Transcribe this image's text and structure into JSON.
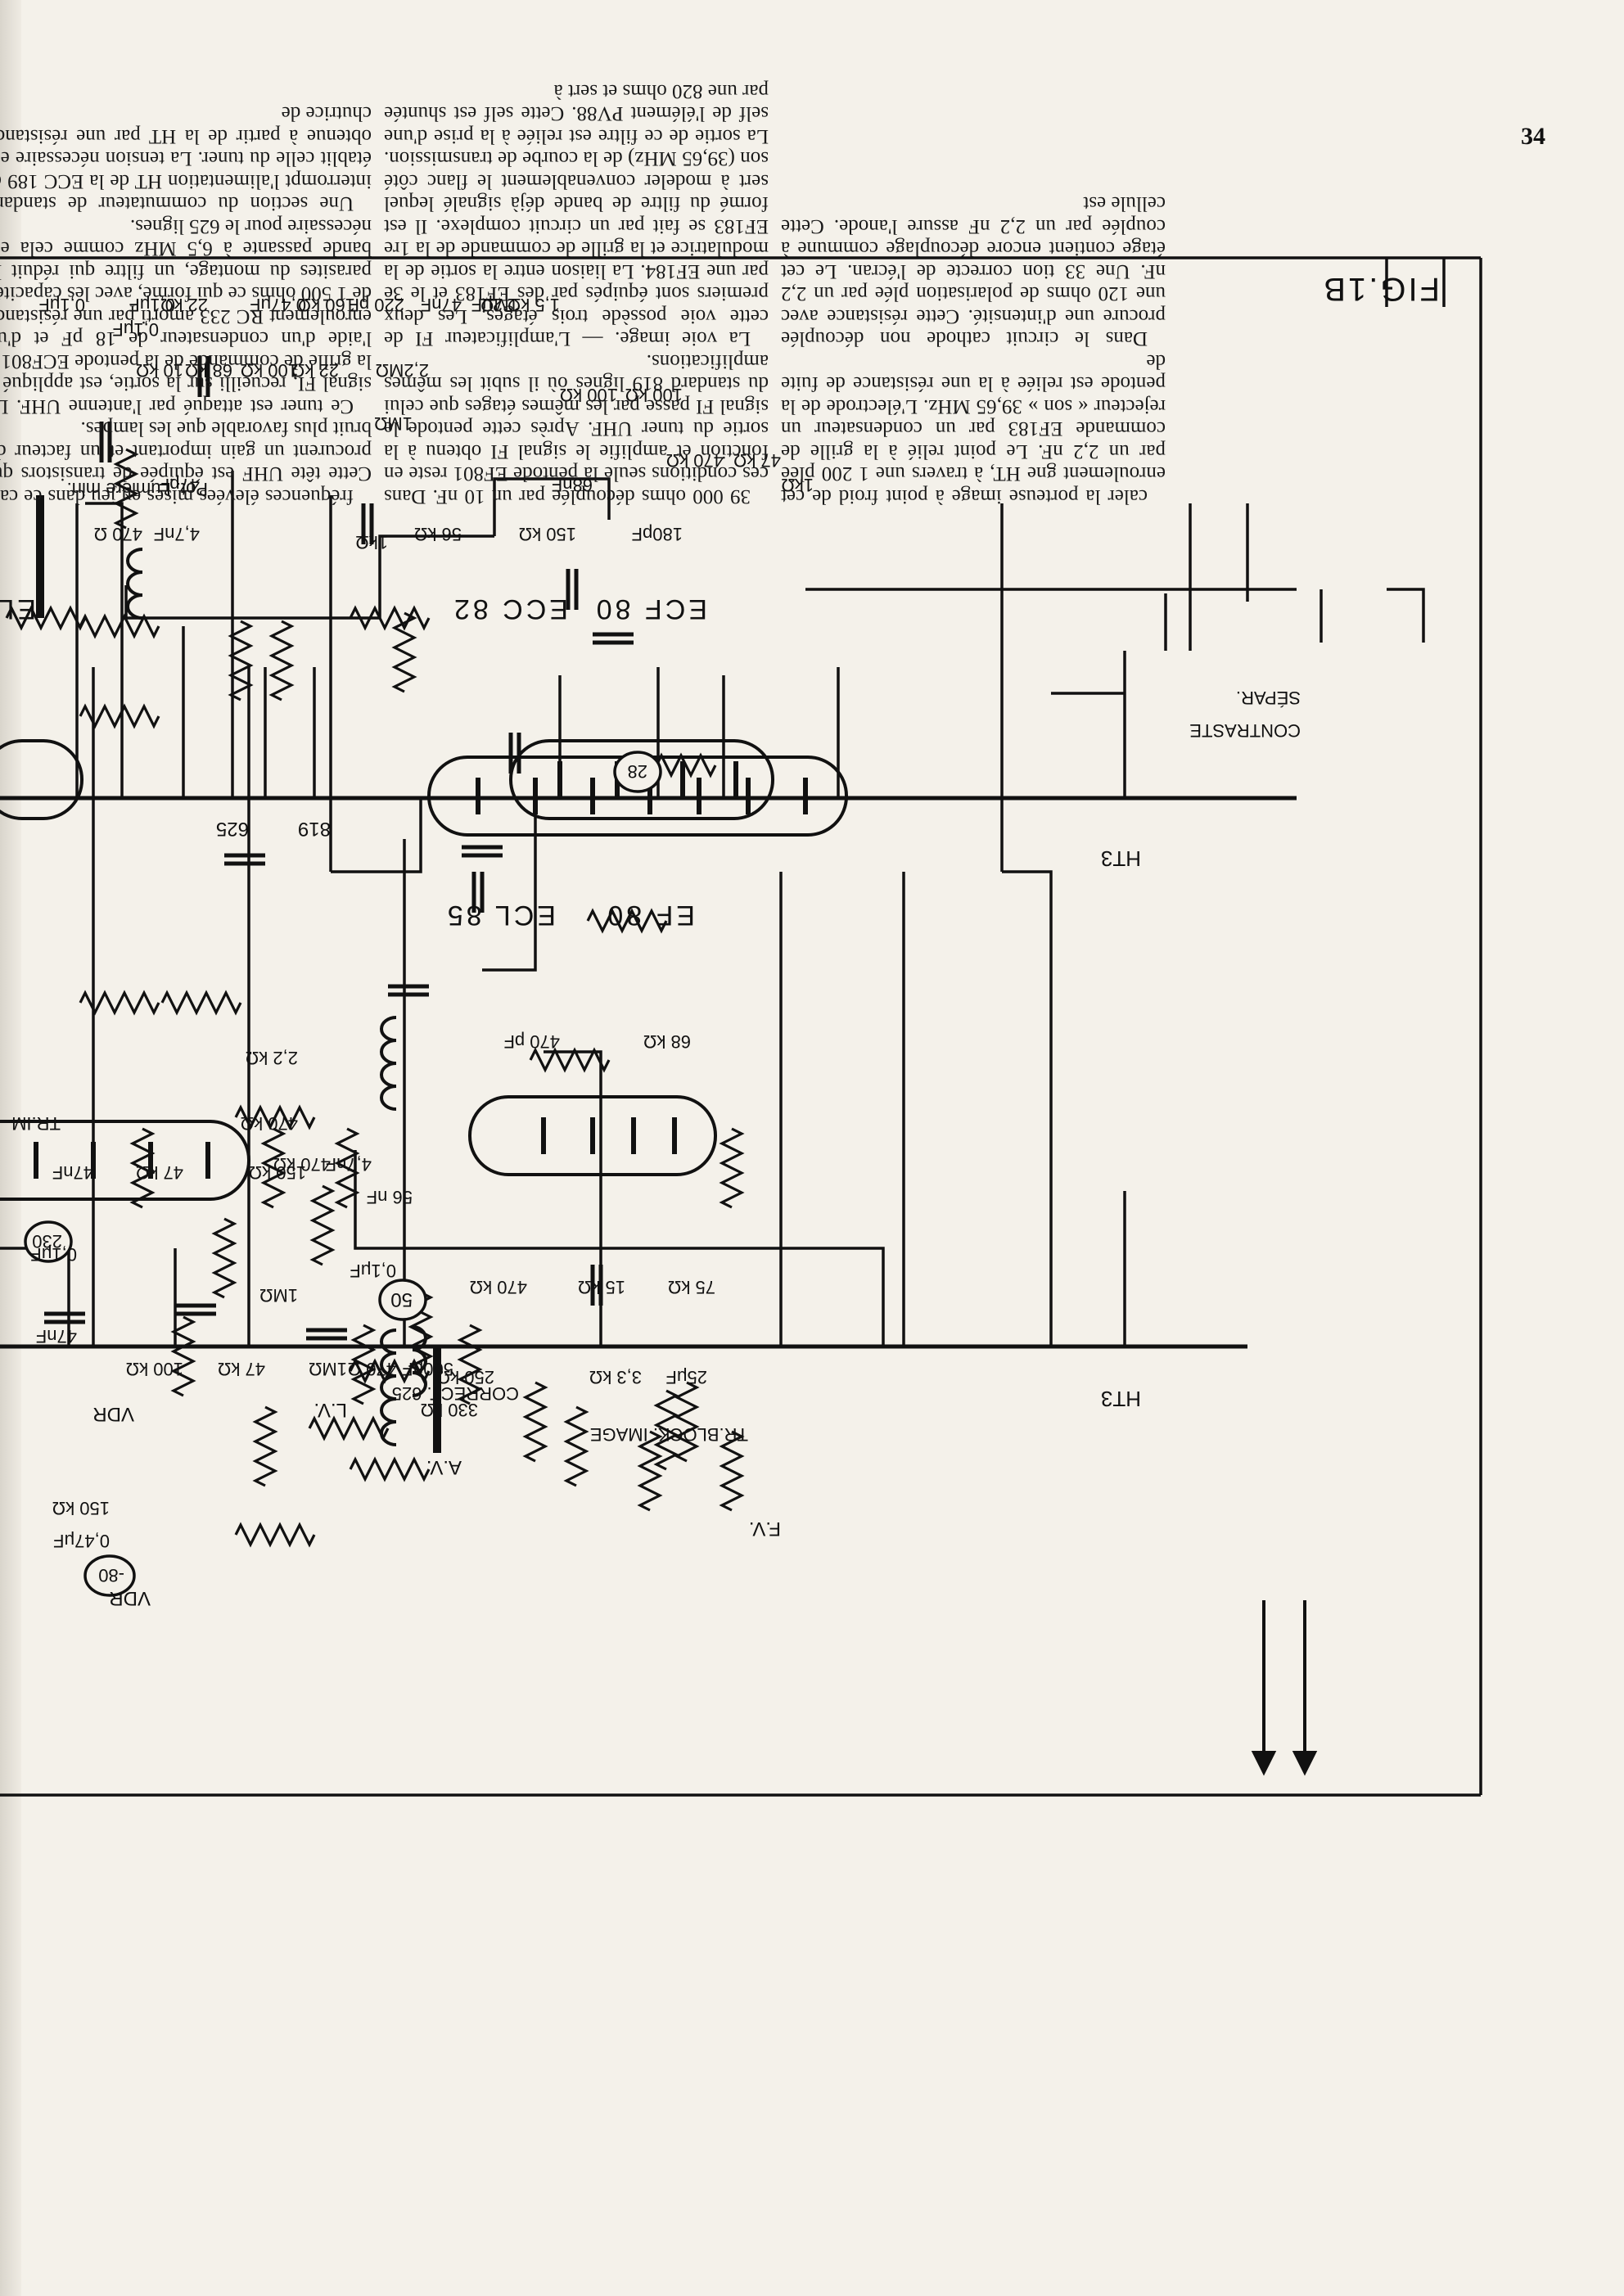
{
  "page_number": "34",
  "figure": {
    "title": "FIG.1B",
    "tubes": [
      "ECF 80",
      "ECC 82",
      "ECL 85",
      "EF 80",
      "EL"
    ],
    "outputs": [
      "CONTRASTE",
      "SÉPAR."
    ],
    "markers": [
      "50",
      "230",
      "28",
      "-80"
    ],
    "supply": [
      "HT3",
      "HT3"
    ],
    "references": [
      "819",
      "625"
    ],
    "labels": {
      "pot_lumiere": "Pot. Lumière min.",
      "tr_block": "TR.BLOCK. IMAGE",
      "tr_im": "TR.IM",
      "correct": "CORRECT. 625",
      "av": "A.V.",
      "lv": "L.V.",
      "fv": "F.V.",
      "vdr": "VDR"
    },
    "components": {
      "r_1meg_contrast": "1MΩ",
      "c_68nf": "68nF",
      "r_1k_sw": "1kΩ",
      "r_22mo": "2,2MΩ",
      "r_22k": "22 kΩ",
      "r_100k_a": "100 kΩ",
      "r_68k": "68 kΩ",
      "r_10k": "10 kΩ",
      "c_01uf": "0,1μF",
      "r_1mohm": "1MΩ",
      "c_47nf": "47nF",
      "c_220pf": "220 pF",
      "r_160k": "160 kΩ",
      "c_047uf": "0,47μF",
      "r_1k": "1kΩ",
      "c_01uf_b": "0,1μF",
      "r_22k_b": "22 kΩ",
      "c_180pf": "180pF",
      "r_56k": "56 kΩ",
      "r_150k": "150 kΩ",
      "r_15k": "1,5 kΩ",
      "c_2uf": "2μF",
      "r_470k_var": "470 kΩ",
      "r_47k": "47 kΩ",
      "r_100k_b": "100 kΩ",
      "r_100k_c": "100 kΩ",
      "c_47pf": "47pF",
      "c_47nf_b": "4,7nF",
      "r_470": "470 Ω",
      "c_01uf_c": "0,1μF",
      "r_68k_b": "68 kΩ",
      "c_470pf": "470 pF",
      "r_15k_b": "15 kΩ",
      "r_75k": "75 kΩ",
      "r_470k": "470 kΩ",
      "r_33k": "3,3 kΩ",
      "c_25uf": "25μF",
      "r_250k": "250 kΩ",
      "r_330k": "330 kΩ",
      "c_56nf": "56 nF",
      "r_470ohm": "470 Ω",
      "c_500uf": "500μF",
      "c_47nf_c": "4,7nF",
      "r_470k_b": "470 kΩ",
      "r_1m_b": "1MΩ",
      "r_1m_pot": "1MΩ",
      "c_01uf_d": "0,1μF",
      "r_22k_c": "2,2 kΩ",
      "r_470k_pot": "470 kΩ",
      "r_150k_b": "150 kΩ",
      "r_47k_b": "47 kΩ",
      "r_100k_d": "100 kΩ",
      "r_47k_c": "47 kΩ",
      "c_47nf_d": "47nF",
      "c_47nf_e": "47nF",
      "c_01uf_e": "0,1μF",
      "c_047uf_b": "0,47μF",
      "r_150k_c": "150 kΩ"
    }
  },
  "article": {
    "col1": [
      "fréquences élevées mises en jeu dans ce cas. Cette tête UHF est équipée de transistors qui procurent un gain important et un facteur de bruit plus favorable que les lampes.",
      "Ce tuner est attaqué par l'antenne UHF. Le signal FI, recueilli sur la sortie, est appliqué à la grille de commande de la pentode ECF801 à l'aide d'un condensateur de 18 pF et d'un enroulement RC 233 amorti par une résistance de 1 500 ohms ce qui forme, avec les capacités parasites du montage, un filtre qui réduit la bande passante à 6,5 MHz comme cela est nécessaire pour le 625 lignes.",
      "Une section du commutateur de standard interrompt l'alimentation HT de la ECC 189 et établit celle du tuner. La tension nécessaire est obtenue à partir de la HT par une résistance chutrice de"
    ],
    "col2": [
      "39 000 ohms découplée par un 10 nF. Dans ces conditions seule la pentode EF801 reste en fonction et amplifie le signal FI obtenu à la sortie du tuner UHF. Après cette pentode le signal FI passe par les mêmes étages que celui du standard 819 lignes où il subit les mêmes amplifications.",
      "La voie image. — L'amplificateur FI de cette voie possède trois étages. Les deux premiers sont équipés par des EF183 et le 3e par une EF184. La liaison entre la sortie de la modulatrice et la grille de commande de la 1re EF183 se fait par un circuit complexe. Il est formé du filtre de bande déjà signalé lequel sert à modeler convenablement le flanc côté son (39,65 MHz) de la courbe de transmission. La sortie de ce filtre est reliée à la prise d'une self de l'élément PV88. Cette self est shuntée par une 820 ohms et sert à"
    ],
    "col3": [
      "caler la porteuse image à point froid de cet enroulement gne HT, à travers une 1 200 plée par un 2,2 nF. Le point relié à la grille de commande EF183 par un condensateur un rejecteur « son » 39,65 MHz. L'électrode de la pentode est reliée à la une résistance de fuite de",
      "Dans le circuit cathode non découplée procure une d'intensité. Cette résistance avec une 120 ohms de polarisation plée par un 2,2 nF. Une 33 tion correcte de l'écran. Le cet étage contient encore découplage commune à couplée par un 2,2 nF assure l'anode. Cette cellule est"
    ]
  }
}
